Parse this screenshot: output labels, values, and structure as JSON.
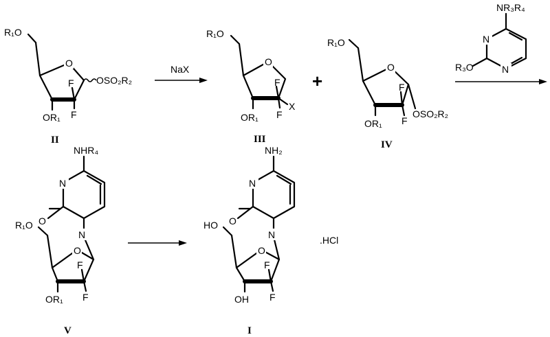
{
  "compounds": {
    "II": {
      "id": "II",
      "top": "R₁O",
      "bottom": "OR₁",
      "f_up": "F",
      "f_down": "F",
      "leaving": "OSO₂R₂"
    },
    "III": {
      "id": "III",
      "top": "R₁O",
      "bottom": "OR₁",
      "f_up": "F",
      "f_down": "F",
      "halide": "X"
    },
    "IV": {
      "id": "IV",
      "top": "R₁O",
      "bottom": "OR₁",
      "f_up": "F",
      "f_down": "F",
      "leaving": "OSO₂R₂"
    },
    "V": {
      "id": "V",
      "top": "R₁O",
      "bottom": "OR₁",
      "f_up": "F",
      "f_down": "F",
      "amine": "NHR₄",
      "N": "N",
      "carbonyl_O": "O"
    },
    "I": {
      "id": "I",
      "top": "HO",
      "bottom": "OH",
      "f_up": "F",
      "f_down": "F",
      "amine": "NH₂",
      "N": "N",
      "carbonyl_O": "O",
      "salt": ".HCl"
    }
  },
  "reagent": {
    "amine": "NR₃R₄",
    "alkoxy": "R₃O",
    "N": "N"
  },
  "ring_oxygen": "O",
  "step1_reagent": "NaX",
  "plus": "+"
}
